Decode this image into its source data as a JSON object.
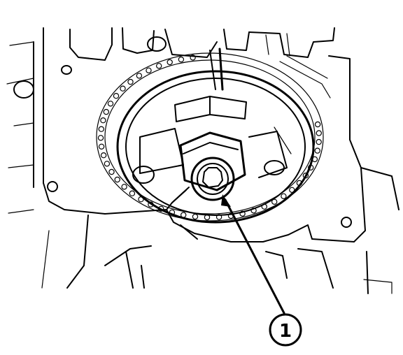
{
  "diagram": {
    "callouts": [
      {
        "id": "1",
        "label": "1"
      }
    ],
    "colors": {
      "ink": "#000000",
      "paper": "#ffffff"
    },
    "icons": [
      "timing-chain",
      "camshaft-sprocket",
      "sprocket-bolt",
      "engine-housing"
    ]
  }
}
